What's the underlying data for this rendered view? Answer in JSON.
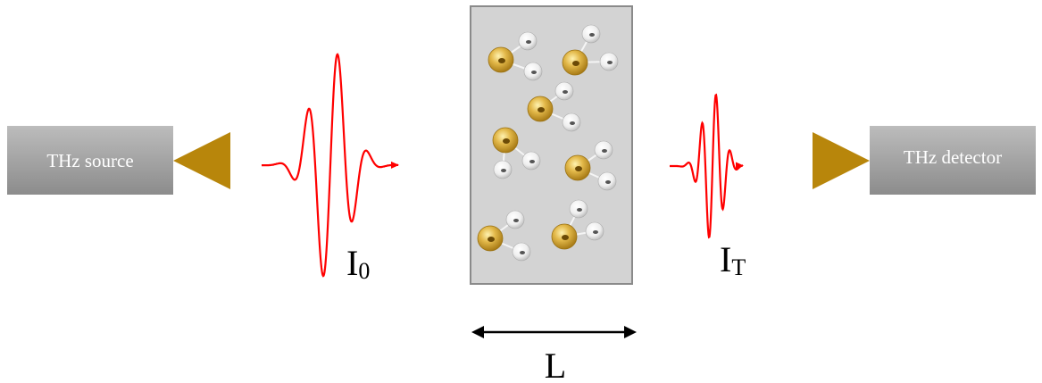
{
  "source": {
    "label": "THz source"
  },
  "detector": {
    "label": "THz detector"
  },
  "incident": {
    "symbol": "I",
    "subscript": "0"
  },
  "transmitted": {
    "symbol": "I",
    "subscript": "T"
  },
  "sample": {
    "length_label": "L"
  },
  "colors": {
    "box_gradient_top": "#b5b5b5",
    "box_gradient_bottom": "#8f8f8f",
    "horn": "#b8860b",
    "wave": "#ff0000",
    "sample_fill": "#d3d3d3",
    "sample_border": "#8a8a8a",
    "heavy_atom": "#e2b84a",
    "light_atom": "#e8e8e8"
  }
}
